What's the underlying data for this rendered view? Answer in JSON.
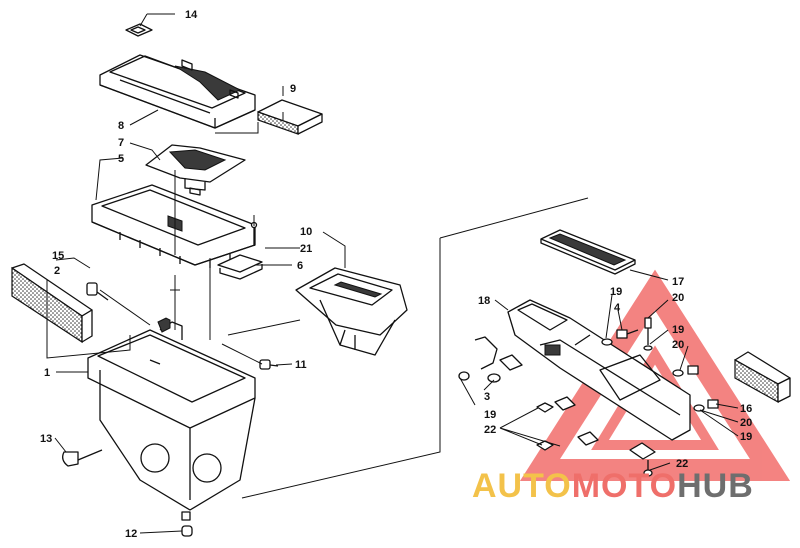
{
  "callouts": [
    {
      "id": "c14",
      "label": "14"
    },
    {
      "id": "c9",
      "label": "9"
    },
    {
      "id": "c8",
      "label": "8"
    },
    {
      "id": "c7",
      "label": "7"
    },
    {
      "id": "c5",
      "label": "5"
    },
    {
      "id": "c10",
      "label": "10"
    },
    {
      "id": "c21",
      "label": "21"
    },
    {
      "id": "c6",
      "label": "6"
    },
    {
      "id": "c15",
      "label": "15"
    },
    {
      "id": "c2",
      "label": "2"
    },
    {
      "id": "c11",
      "label": "11"
    },
    {
      "id": "c1",
      "label": "1"
    },
    {
      "id": "c13",
      "label": "13"
    },
    {
      "id": "c12",
      "label": "12"
    },
    {
      "id": "c17",
      "label": "17"
    },
    {
      "id": "c18",
      "label": "18"
    },
    {
      "id": "c19a",
      "label": "19"
    },
    {
      "id": "c4",
      "label": "4"
    },
    {
      "id": "c20a",
      "label": "20"
    },
    {
      "id": "c19b",
      "label": "19"
    },
    {
      "id": "c20b",
      "label": "20"
    },
    {
      "id": "c3",
      "label": "3"
    },
    {
      "id": "c19c",
      "label": "19"
    },
    {
      "id": "c22a",
      "label": "22"
    },
    {
      "id": "c16",
      "label": "16"
    },
    {
      "id": "c20c",
      "label": "20"
    },
    {
      "id": "c19d",
      "label": "19"
    },
    {
      "id": "c22b",
      "label": "22"
    }
  ],
  "watermark": {
    "part1": "AUTO",
    "part2": "MOTO",
    "part3": "HUB",
    "color_auto": "#f3c24a",
    "color_moto": "#ef6f6a",
    "color_hub": "#6e6e6e",
    "triangle_color": "#f05a57"
  }
}
